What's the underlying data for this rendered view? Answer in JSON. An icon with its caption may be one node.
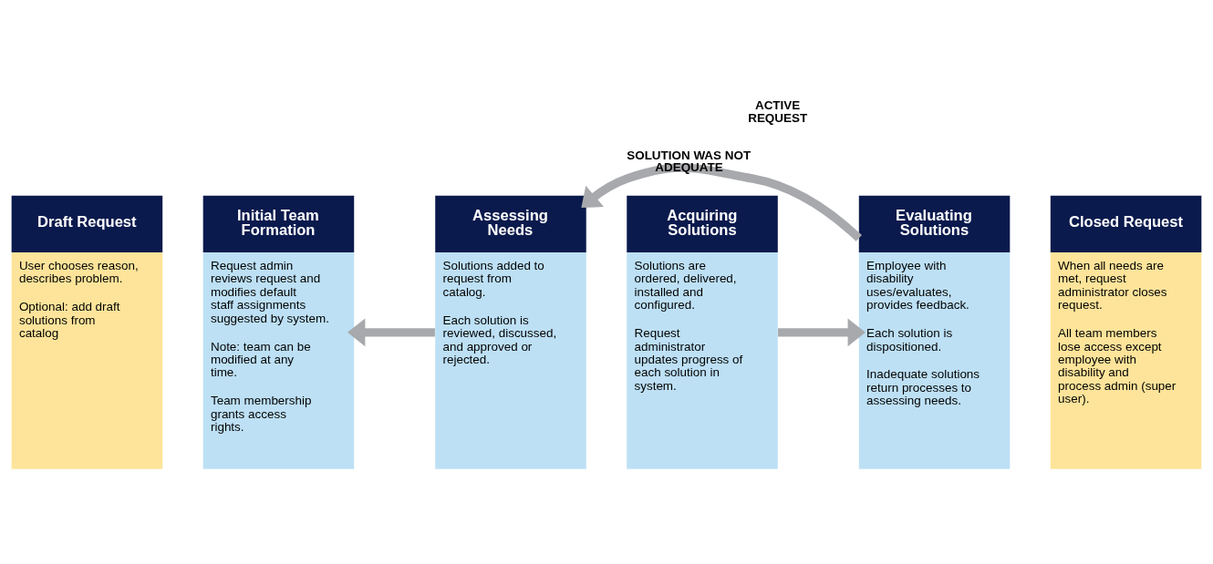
{
  "diagram": {
    "nodes": [
      {
        "text": [
          "Draft Request",
          "User chooses reason, describes problem.",
          "Optional: add draft solutions from catalog"
        ]
      },
      {
        "text": [
          "Initial Team Formation",
          "Request admin reviews request and modifies default staff assignments suggested by system.",
          "Note: team can be modified at any time.",
          "Team membership grants access rights."
        ]
      },
      {
        "text": [
          "Assessing Needs",
          "Solutions added to request from catalog.",
          "Each solution is reviewed, discussed, and approved or rejected."
        ]
      },
      {
        "text": [
          "Acquiring Solutions",
          "Solutions are ordered, delivered, installed and configured.",
          "Request administrator updates progress of each solution in system."
        ]
      },
      {
        "text": [
          "Evaluating Solutions",
          "Employee with disability uses/evaluates, provides feedback.",
          "Each solution is dispositioned.",
          "Inadequate solutions return processes to assessing needs."
        ]
      },
      {
        "text": [
          "Closed Request",
          "When all needs are met, request administrator closes request.",
          "All team members lose access except employee with disability and process admin (super user)."
        ]
      }
    ],
    "edges": [
      {
        "from": 2,
        "to": 1,
        "arrow": "to"
      },
      {
        "from": 3,
        "to": 4,
        "arrow": "to"
      },
      {
        "from": 4,
        "to": 2,
        "arrow": "to",
        "label": "SOLUTION WAS NOT ADEQUATE"
      }
    ],
    "labels": [
      "ACTIVE REQUEST"
    ]
  }
}
